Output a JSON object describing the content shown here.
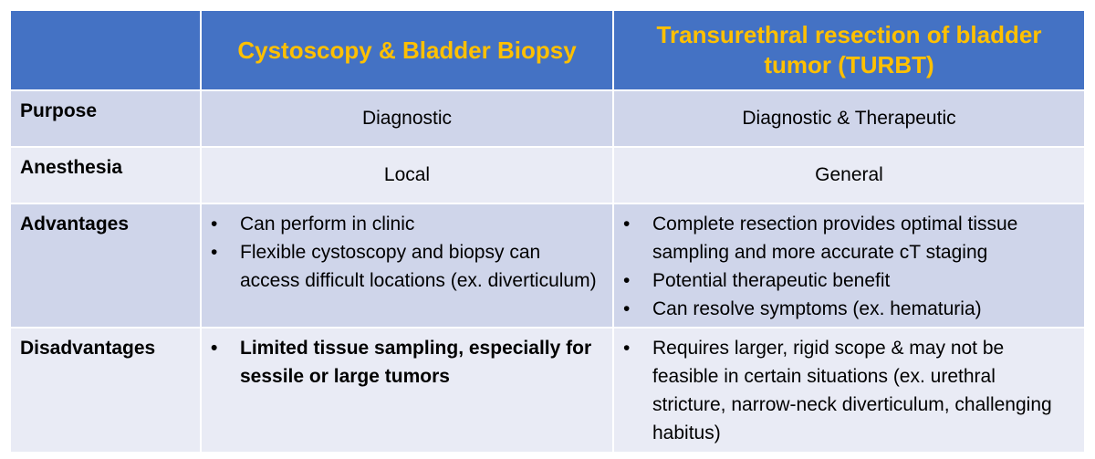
{
  "table": {
    "headers": [
      "",
      "Cystoscopy & Bladder Biopsy",
      "Transurethral resection of bladder tumor (TURBT)"
    ],
    "rows": [
      {
        "label": "Purpose",
        "col1": "Diagnostic",
        "col2": "Diagnostic & Therapeutic"
      },
      {
        "label": "Anesthesia",
        "col1": "Local",
        "col2": "General"
      },
      {
        "label": "Advantages",
        "col1": [
          "Can perform in clinic",
          "Flexible cystoscopy and biopsy can access difficult locations (ex. diverticulum)"
        ],
        "col2": [
          "Complete resection provides optimal tissue sampling and more accurate cT staging",
          "Potential therapeutic benefit",
          "Can resolve symptoms (ex. hematuria)"
        ]
      },
      {
        "label": "Disadvantages",
        "col1": [
          "Limited tissue sampling, especially for sessile or large tumors"
        ],
        "col2": [
          "Requires larger, rigid scope & may not be feasible in certain situations (ex. urethral stricture, narrow-neck diverticulum, challenging habitus)"
        ]
      }
    ]
  },
  "colors": {
    "header_bg": "#4472c4",
    "header_text": "#ffc000",
    "row_dark": "#cfd5ea",
    "row_light": "#e9ebf5"
  }
}
